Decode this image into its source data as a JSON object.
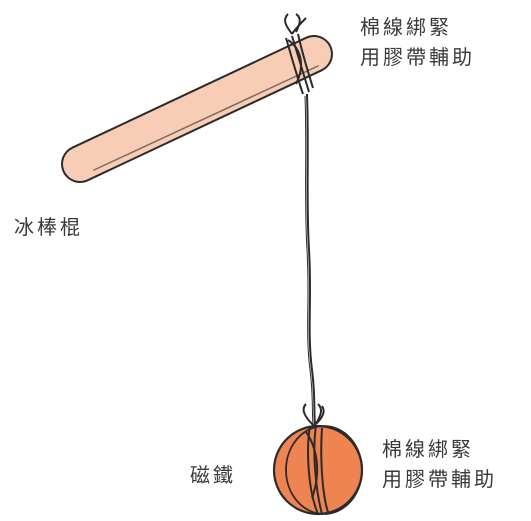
{
  "colors": {
    "stick_fill": "#f7cdb6",
    "outline": "#2d2a2a",
    "magnet_fill": "#ee8451",
    "text": "#3a3a3a",
    "background": "#ffffff"
  },
  "labels": {
    "stick_tie_line1": "棉線綁緊",
    "stick_tie_line2": "用膠帶輔助",
    "stick": "冰棒棍",
    "magnet": "磁鐵",
    "magnet_tie_line1": "棉線綁緊",
    "magnet_tie_line2": "用膠帶輔助"
  }
}
